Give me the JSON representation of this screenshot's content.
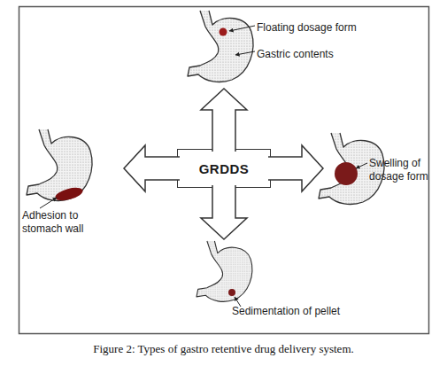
{
  "diagram": {
    "caption": "Figure 2: Types of gastro retentive drug delivery system.",
    "nodes": [
      {
        "text": [
          "Floating dosage form",
          "Gastric contents"
        ]
      },
      {
        "text": [
          "Adhesion to stomach wall"
        ]
      },
      {
        "text": [
          "GRDDS"
        ]
      },
      {
        "text": [
          "Swelling of dosage form"
        ]
      },
      {
        "text": [
          "Sedimentation of pellet"
        ]
      }
    ],
    "edges": [
      {
        "from": 2,
        "to": 0,
        "arrow": "to"
      },
      {
        "from": 2,
        "to": 3,
        "arrow": "to"
      },
      {
        "from": 2,
        "to": 4,
        "arrow": "to"
      },
      {
        "from": 2,
        "to": 1,
        "arrow": "to"
      }
    ]
  }
}
